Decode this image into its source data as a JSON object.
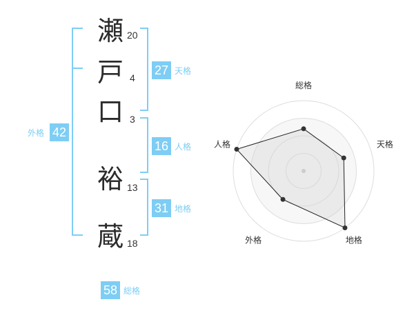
{
  "name": {
    "chars": [
      {
        "char": "瀬",
        "strokes": "20"
      },
      {
        "char": "戸",
        "strokes": "4"
      },
      {
        "char": "口",
        "strokes": "3"
      },
      {
        "char": "裕",
        "strokes": "13"
      },
      {
        "char": "蔵",
        "strokes": "18"
      }
    ]
  },
  "fortunes": {
    "tenkaku": {
      "value": "27",
      "label": "天格"
    },
    "jinkaku": {
      "value": "16",
      "label": "人格"
    },
    "chikaku": {
      "value": "31",
      "label": "地格"
    },
    "gaikaku": {
      "value": "42",
      "label": "外格"
    },
    "soukaku": {
      "value": "58",
      "label": "総格"
    }
  },
  "colors": {
    "accent": "#7ecdf4",
    "text": "#2b2b2b"
  },
  "chart_data": {
    "type": "radar",
    "axes": [
      "総格",
      "天格",
      "地格",
      "外格",
      "人格"
    ],
    "values": [
      0.6,
      0.6,
      1.0,
      0.5,
      1.0
    ],
    "scale_max": 1.0,
    "rings": 4
  }
}
